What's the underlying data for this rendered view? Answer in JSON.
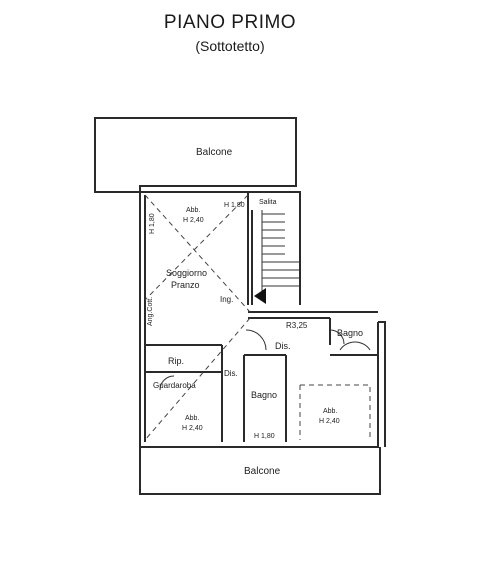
{
  "title": "PIANO PRIMO",
  "subtitle": "(Sottotetto)",
  "labels": {
    "balcone_top": "Balcone",
    "balcone_bottom": "Balcone",
    "abb_h240_a": "Abb.",
    "h240_a": "H 2,40",
    "h180_a": "H 1,80",
    "h180_left": "H 1,80",
    "salita": "Salita",
    "soggiorno": "Soggiorno",
    "pranzo": "Pranzo",
    "ing": "Ing.",
    "ang_cott": "Ang.Cott.",
    "r325": "R3,25",
    "bagno_right": "Bagno",
    "dis_main": "Dis.",
    "dis_small": "Dis.",
    "rip": "Rip.",
    "guardaroba": "Guardaroba",
    "abb_b": "Abb.",
    "h240_b": "H 2,40",
    "bagno_mid": "Bagno",
    "h180_bottom": "H 1,80",
    "abb_c": "Abb.",
    "h240_c": "H 2,40"
  }
}
